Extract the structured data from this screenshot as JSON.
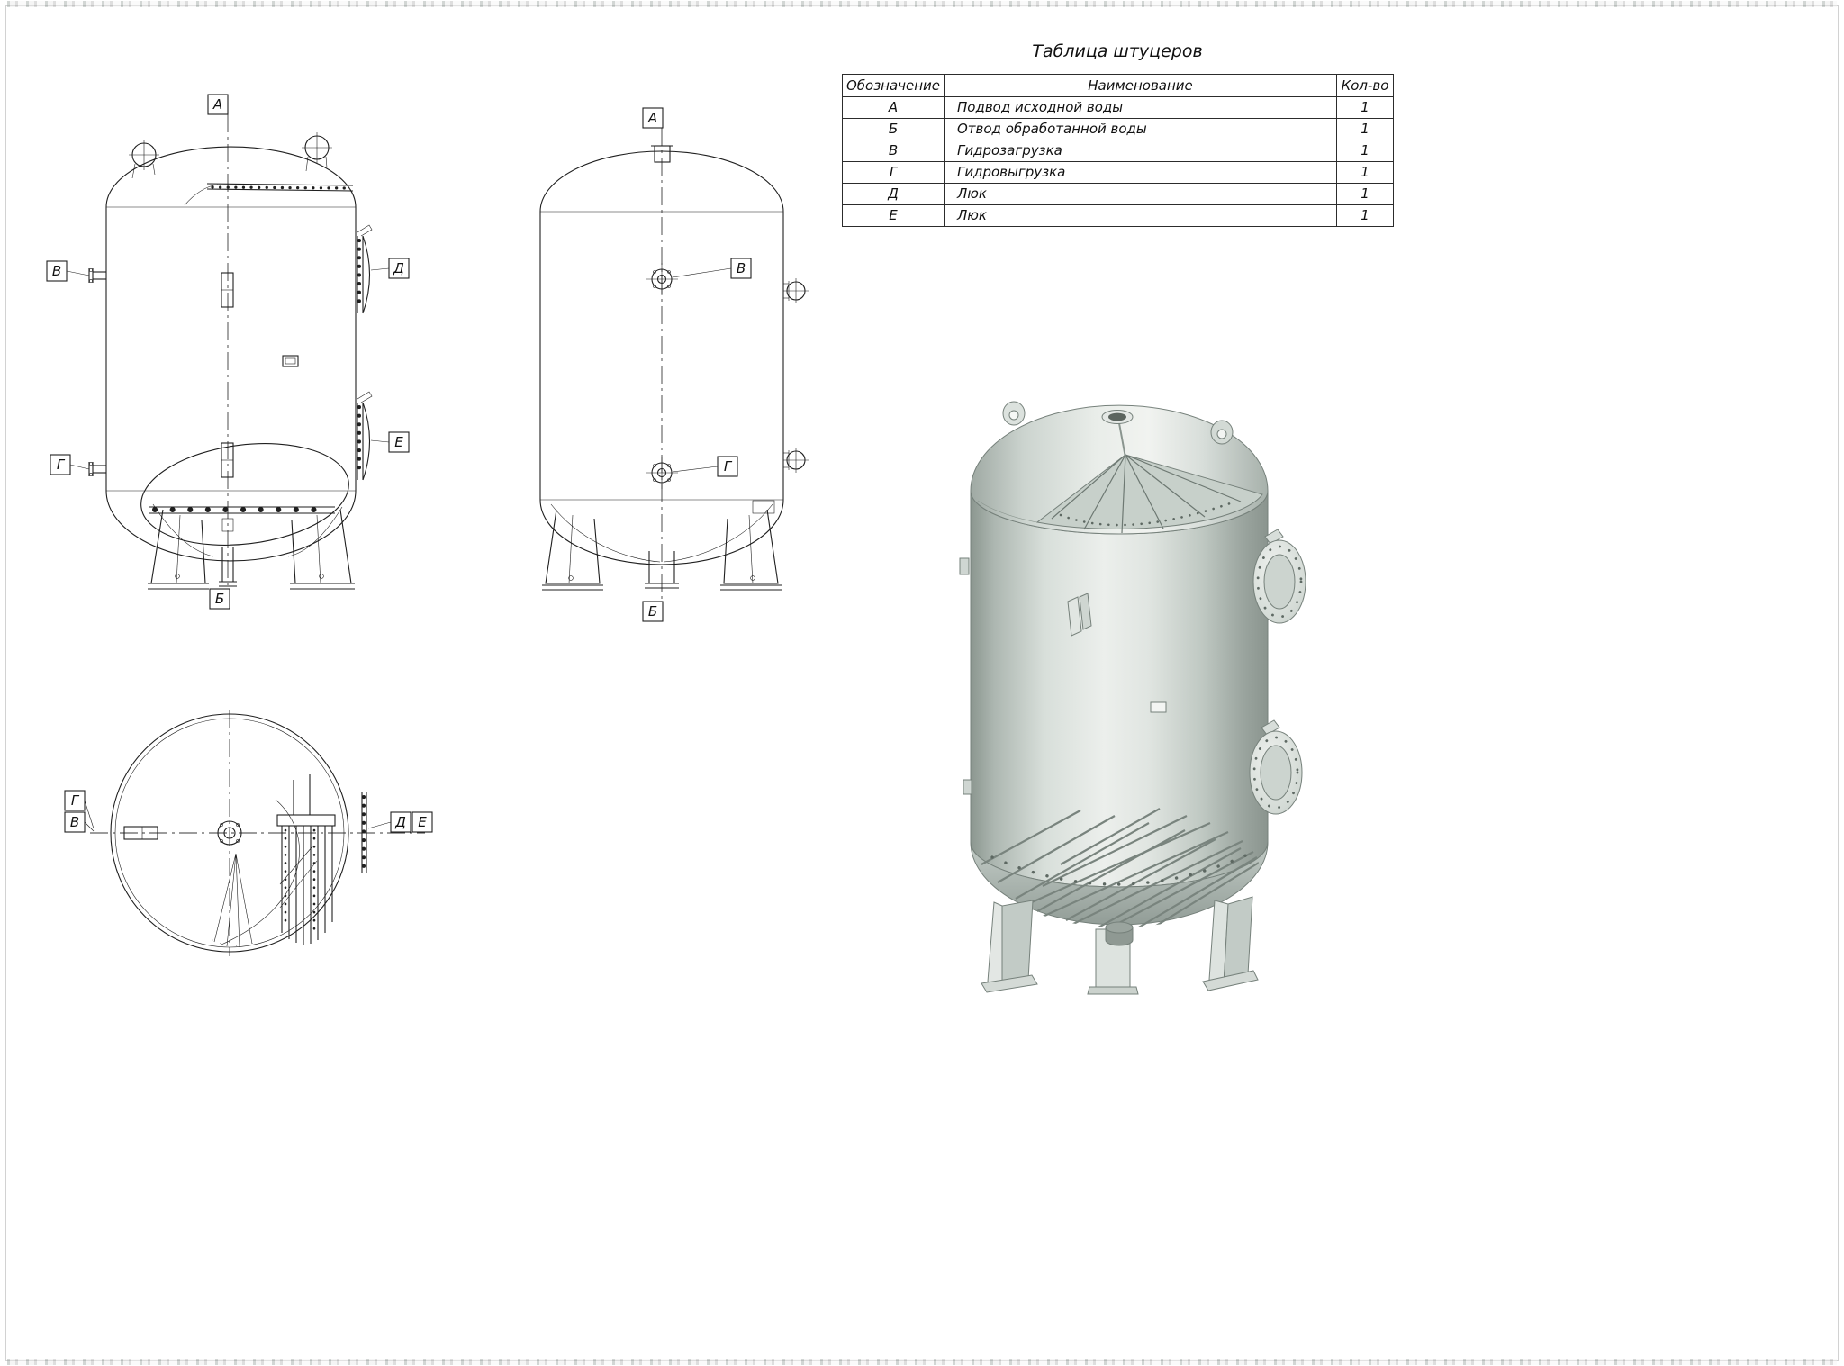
{
  "table": {
    "title": "Таблица штуцеров",
    "headers": [
      "Обозначение",
      "Наименование",
      "Кол-во"
    ],
    "rows": [
      {
        "mark": "А",
        "name": "Подвод исходной воды",
        "qty": "1"
      },
      {
        "mark": "Б",
        "name": "Отвод обработанной воды",
        "qty": "1"
      },
      {
        "mark": "В",
        "name": "Гидрозагрузка",
        "qty": "1"
      },
      {
        "mark": "Г",
        "name": "Гидровыгрузка",
        "qty": "1"
      },
      {
        "mark": "Д",
        "name": "Люк",
        "qty": "1"
      },
      {
        "mark": "Е",
        "name": "Люк",
        "qty": "1"
      }
    ]
  },
  "front_view": {
    "labels": {
      "top": "А",
      "left_upper": "В",
      "left_lower": "Г",
      "right_upper": "Д",
      "right_lower": "Е",
      "bottom": "Б"
    }
  },
  "side_view": {
    "labels": {
      "top": "А",
      "center_upper": "В",
      "center_lower": "Г",
      "bottom": "Б"
    }
  },
  "top_view": {
    "labels": {
      "left_upper": "Г",
      "left_lower": "В",
      "right_first": "Д",
      "right_second": "Е"
    }
  },
  "colors": {
    "drawing_line": "#1f1f1f",
    "centerline": "#3a3a3a",
    "tank_light": "#ecefec",
    "tank_mid": "#ccd4cf",
    "tank_dark": "#8a948e"
  }
}
